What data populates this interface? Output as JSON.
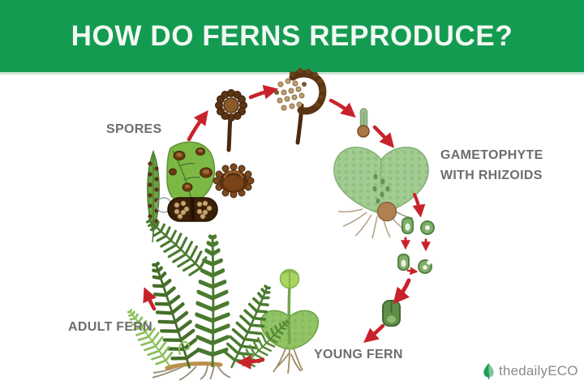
{
  "header": {
    "title": "HOW DO FERNS REPRODUCE?"
  },
  "labels": {
    "spores": "SPORES",
    "gametophyte_line1": "GAMETOPHYTE",
    "gametophyte_line2": "WITH RHIZOIDS",
    "adult_fern": "ADULT FERN",
    "young_fern": "YOUNG FERN"
  },
  "logo": {
    "text": "thedailyECO",
    "icon": "leaf-tree-icon"
  },
  "colors": {
    "banner_green": "#149b52",
    "title_white": "#f3f9f3",
    "label_gray": "#6f6d6c",
    "arrow_red": "#c8232c",
    "fern_dark_green": "#4a7a2e",
    "fern_light_green": "#8abf5a",
    "gametophyte_green": "#a3cc93",
    "spore_brown": "#5a3414",
    "logo_gray": "#8b8989"
  },
  "diagram": {
    "type": "life-cycle",
    "stages_in_order": [
      "adult-fern",
      "sori-with-sporangia-spores",
      "closed-sporangium",
      "sporangium-releasing-spores",
      "germinating-spore",
      "gametophyte-with-rhizoids",
      "antheridium-and-archegonium-cells",
      "fertilized-egg",
      "young-fern"
    ],
    "arrow_style": "red tapered arrows, clockwise cycle"
  }
}
